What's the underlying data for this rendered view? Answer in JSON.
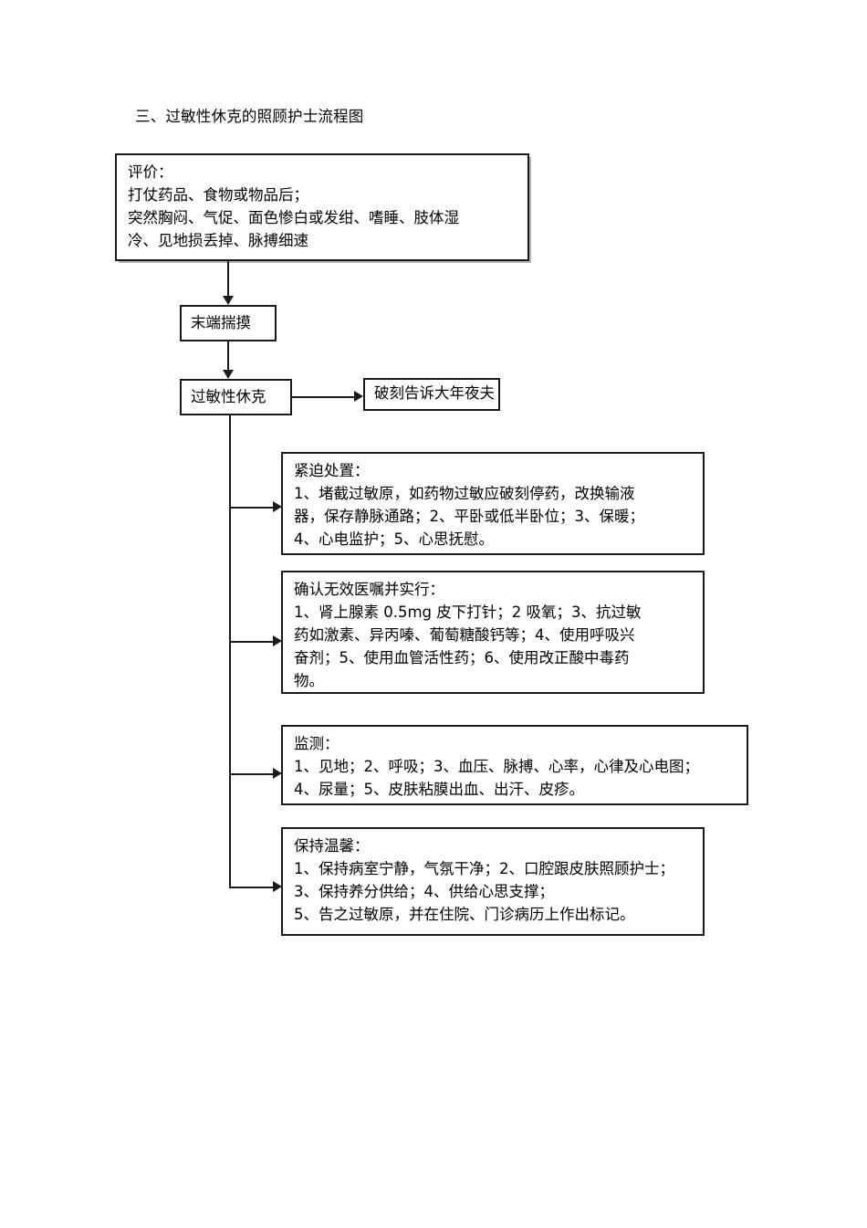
{
  "document": {
    "section_title": "三、过敏性休克的照顾护士流程图"
  },
  "flowchart": {
    "assessment_box": {
      "text": "评价：\n打仗药品、食物或物品后；\n突然胸闷、气促、面色惨白或发绀、嗜睡、肢体湿\n冷、见地损丢掉、脉搏细速"
    },
    "node_examine": {
      "text": "末端揣摸"
    },
    "node_diagnosis": {
      "text": "过敏性休克"
    },
    "node_notify_doctor": {
      "text": "破刻告诉大年夜夫"
    },
    "steps": [
      {
        "id": "emergency-treatment",
        "text": "紧迫处置：\n1、堵截过敏原，如药物过敏应破刻停药，改换输液\n器，保存静脉通路；2、平卧或低半卧位；3、保暖；\n4、心电监护；5、心思抚慰。"
      },
      {
        "id": "confirm-orders",
        "text": "确认无效医嘱并实行：\n1、肾上腺素 0.5mg 皮下打针；2 吸氧；3、抗过敏\n药如激素、异丙嗪、葡萄糖酸钙等；4、使用呼吸兴\n奋剂；5、使用血管活性药；6、使用改正酸中毒药\n物。"
      },
      {
        "id": "monitoring",
        "text": "监测：\n1、见地；2、呼吸；3、血压、脉搏、心率，心律及心电图；\n4、尿量；5、皮肤粘膜出血、出汗、皮疹。"
      },
      {
        "id": "comfort-care",
        "text": "保持温馨：\n1、保持病室宁静，气氛干净；2、口腔跟皮肤照顾护士；\n3、保持养分供给；4、供给心思支撑；\n5、告之过敏原，并在住院、门诊病历上作出标记。"
      }
    ]
  },
  "colors": {
    "stroke": "#1a1a1a",
    "background": "#ffffff",
    "text": "#000000"
  }
}
